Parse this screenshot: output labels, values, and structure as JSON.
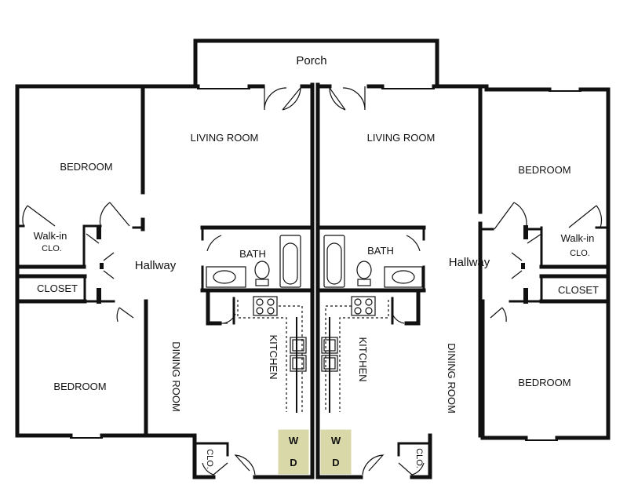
{
  "porch": "Porch",
  "left_unit": {
    "living_room": "LIVING ROOM",
    "bedroom_top": "BEDROOM",
    "bedroom_bottom": "BEDROOM",
    "walkin_line1": "Walk-in",
    "walkin_line2": "CLO.",
    "closet": "CLOSET",
    "hallway": "Hallway",
    "bath": "BATH",
    "kitchen": "KITCHEN",
    "dining_room": "DINING ROOM",
    "clo": "CLO.",
    "washer": "W",
    "dryer": "D"
  },
  "right_unit": {
    "living_room": "LIVING ROOM",
    "bedroom_top": "BEDROOM",
    "bedroom_bottom": "BEDROOM",
    "walkin_line1": "Walk-in",
    "walkin_line2": "CLO.",
    "closet": "CLOSET",
    "hallway": "Hallway",
    "bath": "BATH",
    "kitchen": "KITCHEN",
    "dining_room": "DINING ROOM",
    "clo": "CLO.",
    "washer": "W",
    "dryer": "D"
  },
  "colors": {
    "wall": "#111111",
    "washer_dryer_fill": "#d8d8a8",
    "background": "#ffffff"
  }
}
